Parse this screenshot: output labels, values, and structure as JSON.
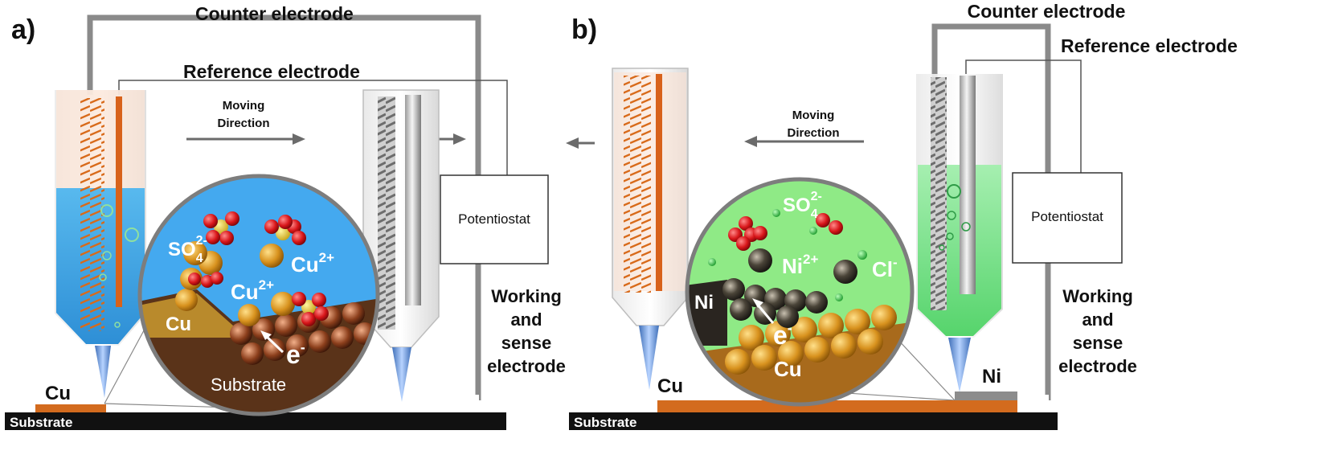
{
  "panel_a": {
    "tag": "a)",
    "counter_electrode": "Counter electrode",
    "reference_electrode": "Reference electrode",
    "moving_direction": [
      "Moving",
      "Direction"
    ],
    "potentiostat": "Potentiostat",
    "working_sense": [
      "Working",
      "and",
      "sense",
      "electrode"
    ],
    "substrate_bar": "Substrate",
    "deposit_metal": "Cu",
    "zoom": {
      "sulfate": "SO",
      "sulfate_sub": "4",
      "sulfate_sup": "2-",
      "ion1": "Cu",
      "ion1_sup": "2+",
      "ion2": "Cu",
      "ion2_sup": "2+",
      "deposit": "Cu",
      "electron": "e",
      "electron_sup": "-",
      "substrate": "Substrate"
    },
    "minus": "−"
  },
  "panel_b": {
    "tag": "b)",
    "counter_electrode": "Counter electrode",
    "reference_electrode": "Reference electrode",
    "moving_direction": [
      "Moving",
      "Direction"
    ],
    "potentiostat": "Potentiostat",
    "working_sense": [
      "Working",
      "and",
      "sense",
      "electrode"
    ],
    "substrate_bar": "Substrate",
    "left_metal": "Cu",
    "right_metal": "Ni",
    "zoom": {
      "sulfate": "SO",
      "sulfate_sub": "4",
      "sulfate_sup": "2-",
      "ion1": "Ni",
      "ion1_sup": "2+",
      "ion2": "Cl",
      "ion2_sup": "-",
      "deposit": "Ni",
      "electron": "e",
      "electron_sup": "-",
      "substrate": "Cu"
    },
    "minus": "−"
  },
  "colors": {
    "copper": "#d36b1e",
    "electrolyte_a": "#3aa7e8",
    "electrolyte_b": "#7de38f",
    "wire": "#8a8a8a",
    "bar": "#111111"
  }
}
